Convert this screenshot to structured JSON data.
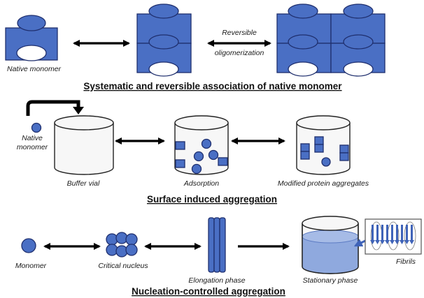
{
  "colors": {
    "protein": "#4a6fc4",
    "protein_outline": "#1f2f6e",
    "liquid": "#8fa9de",
    "arrow": "#000000"
  },
  "section1": {
    "title": "Systematic and reversible association of native monomer",
    "monomer_label": "Native monomer",
    "arrow_label_line1": "Reversible",
    "arrow_label_line2": "oligomerization"
  },
  "section2": {
    "title": "Surface induced aggregation",
    "monomer_label_line1": "Native",
    "monomer_label_line2": "monomer",
    "vial_label": "Buffer vial",
    "adsorption_label": "Adsorption",
    "modified_label": "Modified protein aggregates"
  },
  "section3": {
    "title": "Nucleation-controlled aggregation",
    "monomer_label": "Monomer",
    "nucleus_label": "Critical nucleus",
    "elongation_label": "Elongation phase",
    "stationary_label": "Stationary phase",
    "fibrils_label": "Fibrils"
  }
}
